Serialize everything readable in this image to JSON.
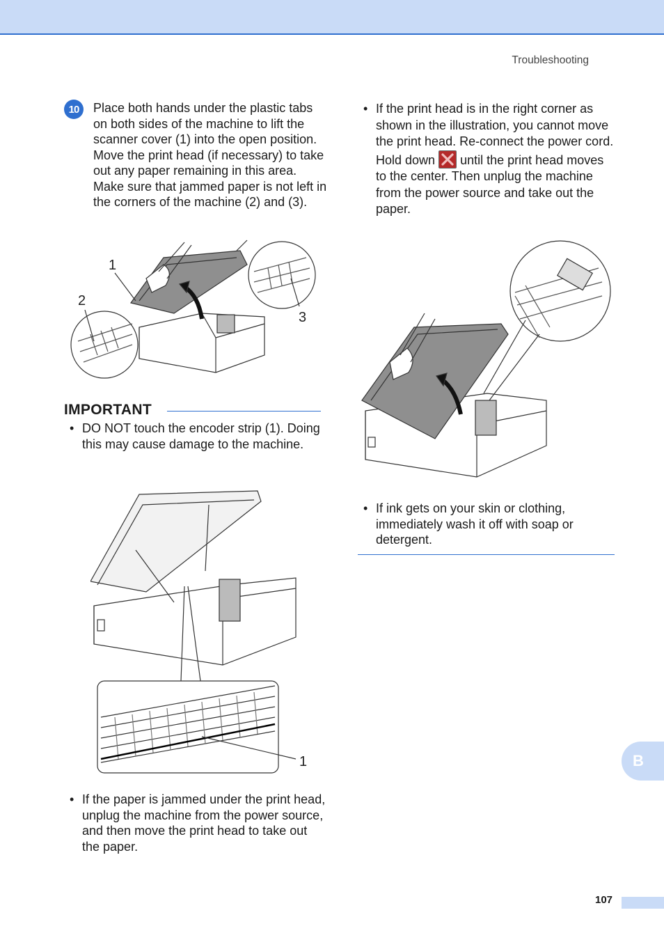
{
  "header": {
    "section": "Troubleshooting"
  },
  "step": {
    "number": "10",
    "text": "Place both hands under the plastic tabs on both sides of the machine to lift the scanner cover (1) into the open position. Move the print head (if necessary) to take out any paper remaining in this area. Make sure that jammed paper is not left in the corners of the machine (2) and (3)."
  },
  "figure1": {
    "callouts": [
      "1",
      "2",
      "3"
    ]
  },
  "important": {
    "title": "IMPORTANT",
    "bullets": [
      "DO NOT touch the encoder strip (1). Doing this may cause damage to the machine.",
      "If the paper is jammed under the print head, unplug the machine from the power source, and then move the print head to take out the paper."
    ]
  },
  "figure2": {
    "callout": "1"
  },
  "right": {
    "bullet1_part1": "If the print head is in the right corner as shown in the illustration, you cannot move the print head. Re-connect the power cord. Hold down",
    "stop_icon": "stop-exit-icon",
    "bullet1_part2": "until the print head moves to the center. Then unplug the machine from the power source and take out the paper.",
    "bullet2": "If ink gets on your skin or clothing, immediately wash it off with soap or detergent."
  },
  "side_tab": {
    "label": "B"
  },
  "footer": {
    "page_number": "107"
  },
  "colors": {
    "accent": "#2f6fcf",
    "tab": "#c9dbf7"
  }
}
